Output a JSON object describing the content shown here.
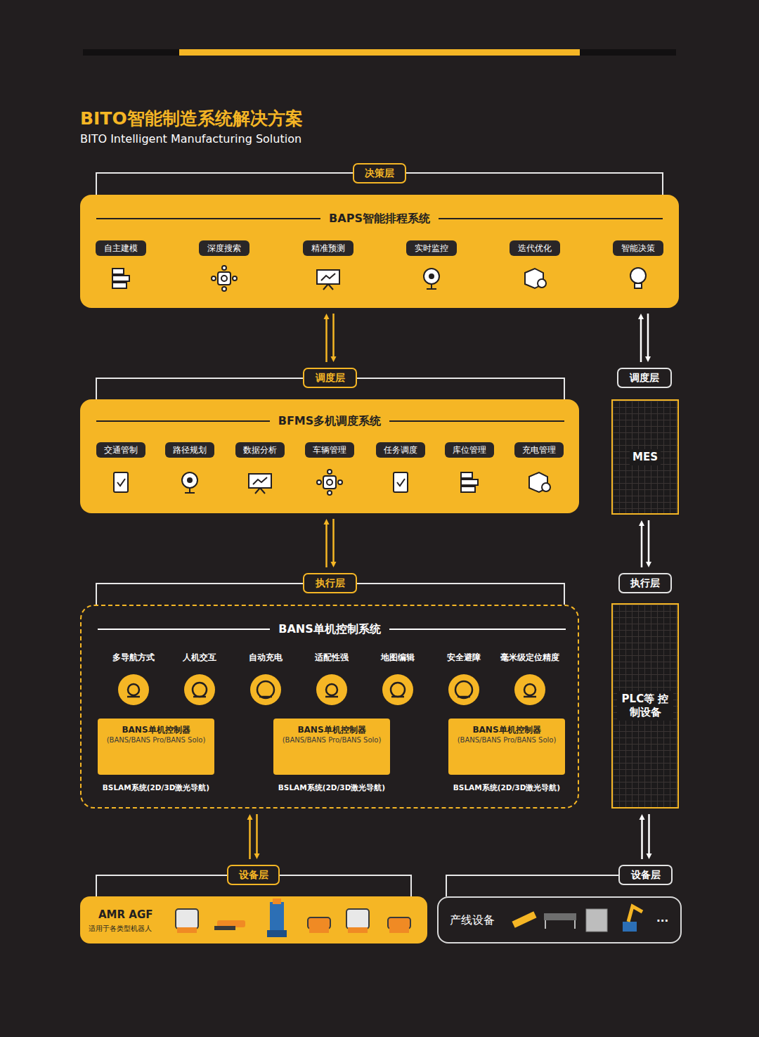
{
  "diagram": {
    "title": "BITO智能制造系统解决方案",
    "caption": "BITO Intelligent Manufacturing Solution",
    "nodes": [
      {
        "text": [
          "决策层"
        ]
      },
      {
        "text": [
          "BAPS智能排程系统"
        ]
      },
      {
        "text": [
          "自主建模"
        ],
        "in": 1
      },
      {
        "text": [
          "深度搜索"
        ],
        "in": 1
      },
      {
        "text": [
          "精准预测"
        ],
        "in": 1
      },
      {
        "text": [
          "实时监控"
        ],
        "in": 1
      },
      {
        "text": [
          "迭代优化"
        ],
        "in": 1
      },
      {
        "text": [
          "智能决策"
        ],
        "in": 1
      },
      {
        "text": [
          "调度层"
        ]
      },
      {
        "text": [
          "调度层"
        ]
      },
      {
        "text": [
          "BFMS多机调度系统"
        ]
      },
      {
        "text": [
          "交通管制"
        ],
        "in": 10
      },
      {
        "text": [
          "路径规划"
        ],
        "in": 10
      },
      {
        "text": [
          "数据分析"
        ],
        "in": 10
      },
      {
        "text": [
          "车辆管理"
        ],
        "in": 10
      },
      {
        "text": [
          "任务调度"
        ],
        "in": 10
      },
      {
        "text": [
          "库位管理"
        ],
        "in": 10
      },
      {
        "text": [
          "充电管理"
        ],
        "in": 10
      },
      {
        "text": [
          "MES"
        ]
      },
      {
        "text": [
          "执行层"
        ]
      },
      {
        "text": [
          "执行层"
        ]
      },
      {
        "text": [
          "BANS单机控制系统"
        ]
      },
      {
        "text": [
          "BANS单机控制器",
          "(BANS/BANS Pro/BANS Solo)",
          "BSLAM系统(2D/3D激光导航)"
        ],
        "in": 21
      },
      {
        "text": [
          "BANS单机控制器",
          "(BANS/BANS Pro/BANS Solo)",
          "BSLAM系统(2D/3D激光导航)"
        ],
        "in": 21
      },
      {
        "text": [
          "BANS单机控制器",
          "(BANS/BANS Pro/BANS Solo)",
          "BSLAM系统(2D/3D激光导航)"
        ],
        "in": 21
      },
      {
        "text": [
          "PLC等 控制设备"
        ]
      },
      {
        "text": [
          "设备层"
        ]
      },
      {
        "text": [
          "设备层"
        ]
      },
      {
        "text": [
          "AMR AGF",
          "适用于各类型机器人"
        ]
      },
      {
        "text": [
          "产线设备",
          "..."
        ]
      }
    ],
    "edges": [
      {
        "from": 1,
        "to": 8,
        "arrow": "both"
      },
      {
        "from": 1,
        "to": 9,
        "arrow": "both"
      },
      {
        "from": 10,
        "to": 19,
        "arrow": "both"
      },
      {
        "from": 18,
        "to": 20,
        "arrow": "both"
      },
      {
        "from": 21,
        "to": 26,
        "arrow": "both"
      },
      {
        "from": 25,
        "to": 27,
        "arrow": "both"
      }
    ],
    "labels": [
      "多导航方式",
      "人机交互",
      "自动充电",
      "适配性强",
      "地图编辑",
      "安全避障",
      "毫米级定位精度"
    ]
  }
}
